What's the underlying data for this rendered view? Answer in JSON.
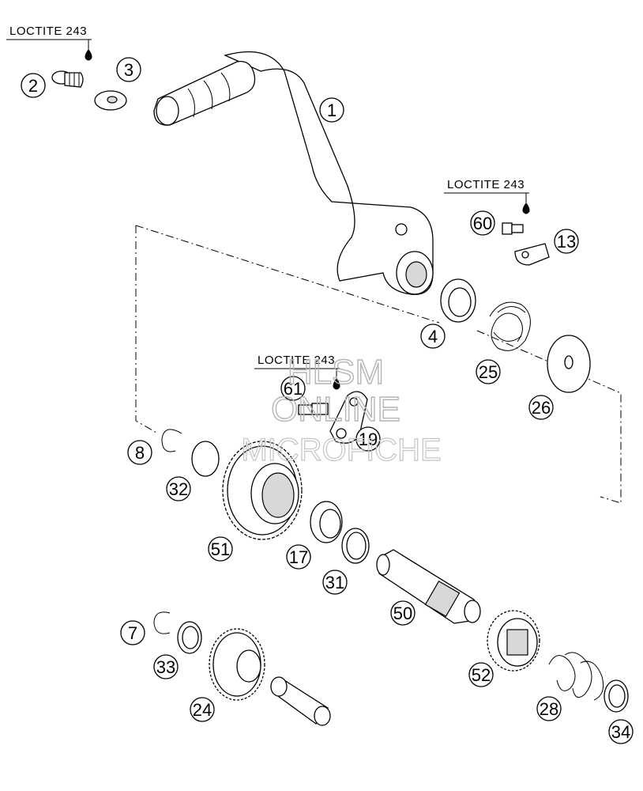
{
  "loctite_labels": [
    "LOCTITE 243",
    "LOCTITE 243",
    "LOCTITE 243"
  ],
  "callouts": [
    "1",
    "2",
    "3",
    "4",
    "7",
    "8",
    "13",
    "17",
    "19",
    "24",
    "25",
    "26",
    "28",
    "31",
    "32",
    "33",
    "34",
    "50",
    "51",
    "52",
    "60",
    "61"
  ],
  "watermark": {
    "line1": "HLSM",
    "line2": "ONLINE",
    "line3": "MICROFICHE"
  }
}
